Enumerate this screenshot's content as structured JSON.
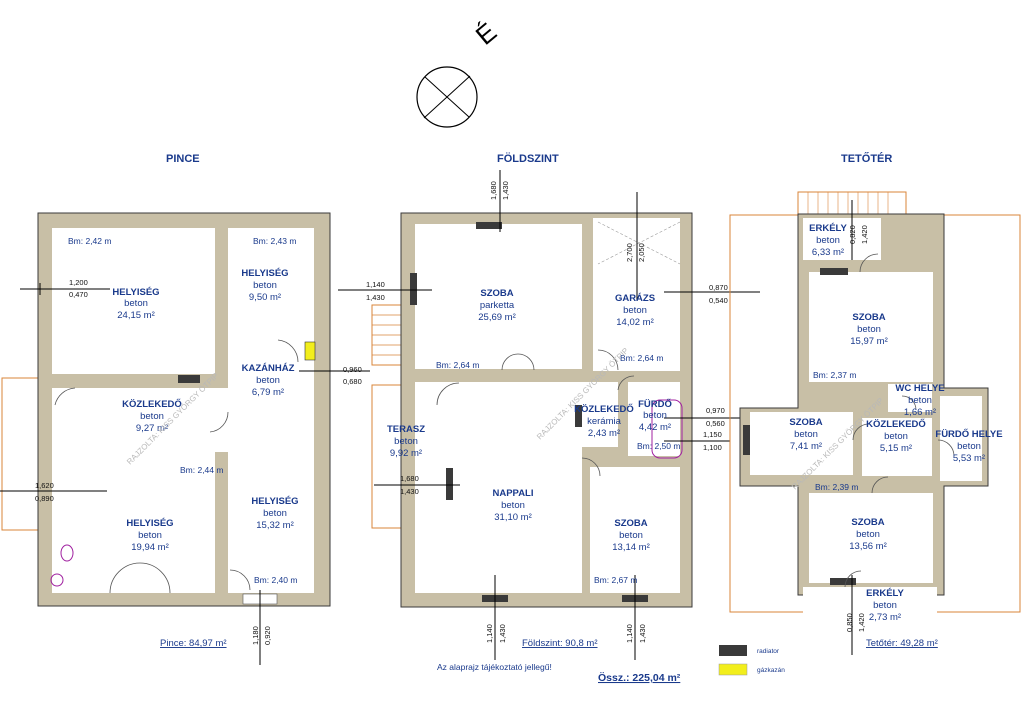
{
  "levels": {
    "pince": "PINCE",
    "foldszint": "FÖLDSZINT",
    "tetoter": "TETŐTÉR"
  },
  "compass_symbol": "É",
  "rooms": {
    "pince_helyiseg1": {
      "name": "HELYISÉG",
      "mat": "beton",
      "area": "24,15 m²",
      "bm": "Bm: 2,42 m"
    },
    "pince_helyiseg2": {
      "name": "HELYISÉG",
      "mat": "beton",
      "area": "9,50 m²",
      "bm": "Bm: 2,43 m"
    },
    "pince_kazanhaz": {
      "name": "KAZÁNHÁZ",
      "mat": "beton",
      "area": "6,79 m²"
    },
    "pince_kozlekedo": {
      "name": "KÖZLEKEDŐ",
      "mat": "beton",
      "area": "9,27 m²"
    },
    "pince_helyiseg3": {
      "name": "HELYISÉG",
      "mat": "beton",
      "area": "19,94 m²",
      "bm": "Bm: 2,44 m"
    },
    "pince_helyiseg4": {
      "name": "HELYISÉG",
      "mat": "beton",
      "area": "15,32 m²",
      "bm": "Bm: 2,40 m"
    },
    "fold_szoba1": {
      "name": "SZOBA",
      "mat": "parketta",
      "area": "25,69 m²",
      "bm": "Bm: 2,64 m"
    },
    "fold_garazs": {
      "name": "GARÁZS",
      "mat": "beton",
      "area": "14,02 m²",
      "bm": "Bm: 2,64 m"
    },
    "fold_furdo": {
      "name": "FÜRDŐ",
      "mat": "beton",
      "area": "4,42 m²",
      "bm": "Bm: 2,50 m"
    },
    "fold_kozlekedo": {
      "name": "KÖZLEKEDŐ",
      "mat": "kerámia",
      "area": "2,43 m²"
    },
    "fold_terasz": {
      "name": "TERASZ",
      "mat": "beton",
      "area": "9,92 m²"
    },
    "fold_nappali": {
      "name": "NAPPALI",
      "mat": "beton",
      "area": "31,10 m²"
    },
    "fold_szoba2": {
      "name": "SZOBA",
      "mat": "beton",
      "area": "13,14 m²",
      "bm": "Bm: 2,67 m"
    },
    "tet_erkely1": {
      "name": "ERKÉLY",
      "mat": "beton",
      "area": "6,33 m²"
    },
    "tet_szoba1": {
      "name": "SZOBA",
      "mat": "beton",
      "area": "15,97 m²",
      "bm": "Bm: 2,37 m"
    },
    "tet_wc": {
      "name": "WC HELYE",
      "mat": "beton",
      "area": "1,66 m²"
    },
    "tet_szoba2": {
      "name": "SZOBA",
      "mat": "beton",
      "area": "7,41 m²"
    },
    "tet_kozlekedo": {
      "name": "KÖZLEKEDŐ",
      "mat": "beton",
      "area": "5,15 m²"
    },
    "tet_furdo": {
      "name": "FÜRDŐ HELYE",
      "mat": "beton",
      "area": "5,53 m²"
    },
    "tet_szoba3": {
      "name": "SZOBA",
      "mat": "beton",
      "area": "13,56 m²",
      "bm": "Bm: 2,39 m"
    },
    "tet_erkely2": {
      "name": "ERKÉLY",
      "mat": "beton",
      "area": "2,73 m²"
    }
  },
  "dims": {
    "d1200": "1,200",
    "d0470": "0,470",
    "d1620": "1,620",
    "d0890": "0,890",
    "d1180": "1,180",
    "d0920": "0,920",
    "d0960": "0,960",
    "d0680": "0,680",
    "d1140a": "1,140",
    "d1430a": "1,430",
    "d1680a": "1,680",
    "d1430b": "1,430",
    "d1680b": "1,680",
    "d1430c": "1,430",
    "d2700": "2,700",
    "d2050": "2,050",
    "d0870": "0,870",
    "d0540": "0,540",
    "d0970": "0,970",
    "d0560": "0,560",
    "d1150": "1,150",
    "d1100": "1,100",
    "d1140b": "1,140",
    "d1430d": "1,430",
    "d1140c": "1,140",
    "d1430e": "1,430",
    "d0820": "0,820",
    "d1420a": "1,420",
    "d0850": "0,850",
    "d1420b": "1,420"
  },
  "totals": {
    "pince": "Pince: 84,97 m²",
    "foldszint": "Földszint: 90,8 m²",
    "tetoter": "Tetőtér: 49,28 m²",
    "osszes": "Össz.: 225,04 m²"
  },
  "note": "Az alaprajz tájékoztató jellegű!",
  "legend": {
    "radiator": "radiator",
    "radiator_color": "#3a3a3a",
    "gazkazan": "gázkazán",
    "gazkazan_color": "#f2ee1c"
  },
  "watermark": "RAJZOLTA: KISS GYÖRGY ÖTPIP",
  "colors": {
    "wall": "#c8bfa6",
    "text": "#1a3a8c",
    "outline": "#d9843a"
  }
}
